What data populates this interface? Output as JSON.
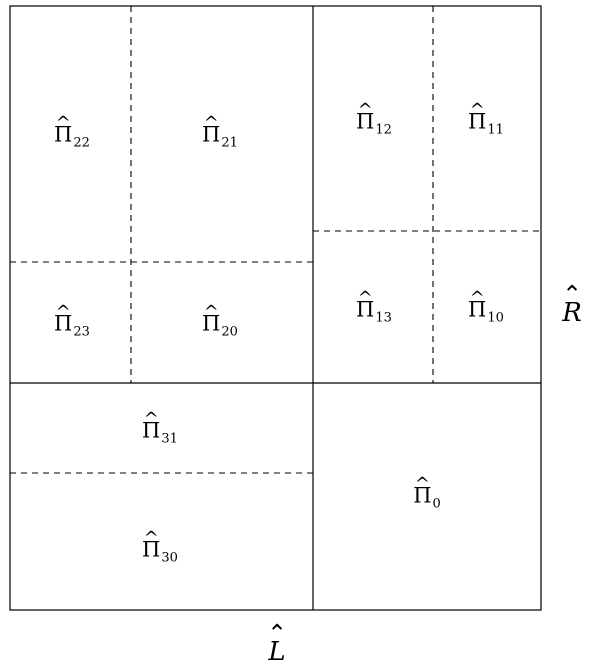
{
  "cells": [
    {
      "id": "22",
      "symbol": "Π",
      "hat": "^",
      "subscript": "22"
    },
    {
      "id": "21",
      "symbol": "Π",
      "hat": "^",
      "subscript": "21"
    },
    {
      "id": "12",
      "symbol": "Π",
      "hat": "^",
      "subscript": "12"
    },
    {
      "id": "11",
      "symbol": "Π",
      "hat": "^",
      "subscript": "11"
    },
    {
      "id": "23",
      "symbol": "Π",
      "hat": "^",
      "subscript": "23"
    },
    {
      "id": "20",
      "symbol": "Π",
      "hat": "^",
      "subscript": "20"
    },
    {
      "id": "13",
      "symbol": "Π",
      "hat": "^",
      "subscript": "13"
    },
    {
      "id": "10",
      "symbol": "Π",
      "hat": "^",
      "subscript": "10"
    },
    {
      "id": "31",
      "symbol": "Π",
      "hat": "^",
      "subscript": "31"
    },
    {
      "id": "30",
      "symbol": "Π",
      "hat": "^",
      "subscript": "30"
    },
    {
      "id": "0",
      "symbol": "Π",
      "hat": "^",
      "subscript": "0"
    }
  ],
  "axes": {
    "right": {
      "symbol": "R",
      "hat": "⌃"
    },
    "bottom": {
      "symbol": "L",
      "hat": "⌃"
    }
  }
}
